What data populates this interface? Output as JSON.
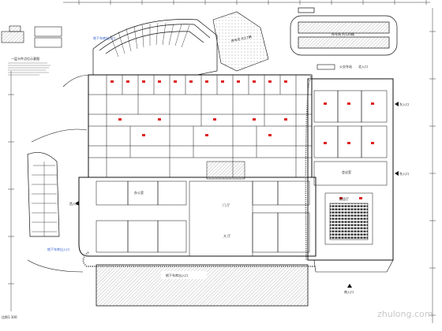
{
  "drawing": {
    "legend_key": "一层卡件点位示意图",
    "scale_note": "比例1:100",
    "entrances": {
      "main_ne": "北入口",
      "garage_n": "地下车库出入口",
      "main_east": "东入口",
      "east_lower": "东入口",
      "west": "西入口",
      "garage_w": "地下车库出入口",
      "south": "南入口"
    },
    "parking_top": "停车场 约120辆",
    "parking_mid": "停车位 约17辆",
    "bus_stop": "公交车站",
    "hall": "门 厅",
    "lobby": "大 厅",
    "office": "办公室",
    "meeting": "会议室",
    "auditorium": "报告厅",
    "plaza": "地下车库出入口",
    "watermark": "zhulong.com"
  },
  "colors": {
    "line": "#111111",
    "hatch": "#555555",
    "annotation_red": "#dd2222",
    "annotation_blue": "#2255cc"
  }
}
